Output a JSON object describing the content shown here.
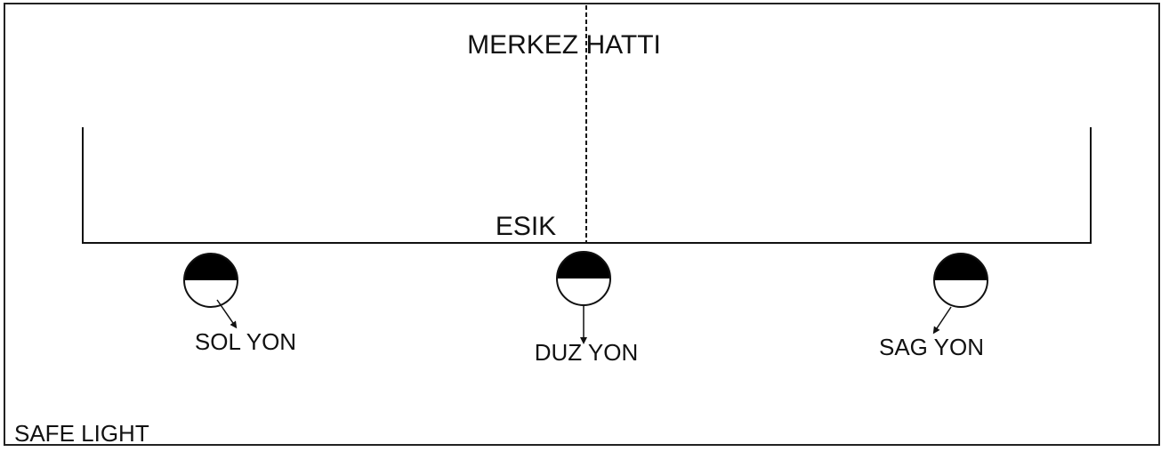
{
  "diagram": {
    "centerline_label": "MERKEZ HATTI",
    "threshold_label": "ESIK",
    "footer_label": "SAFE LIGHT",
    "lights": [
      {
        "label": "SOL YON"
      },
      {
        "label": "DUZ YON"
      },
      {
        "label": "SAG YON"
      }
    ]
  },
  "colors": {
    "line": "#111111",
    "light_fill_top": "#000000",
    "light_fill_bottom": "#ffffff"
  }
}
